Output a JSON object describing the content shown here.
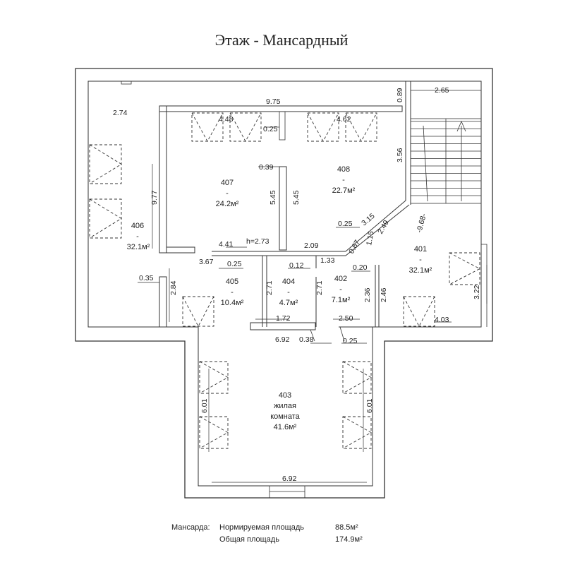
{
  "title": "Этаж - Мансардный",
  "rooms": [
    {
      "id": "406",
      "sep": "-",
      "area": "32.1м²"
    },
    {
      "id": "407",
      "sep": "-",
      "area": "24.2м²"
    },
    {
      "id": "408",
      "sep": "-",
      "area": "22.7м²"
    },
    {
      "id": "405",
      "sep": "-",
      "area": "10.4м²"
    },
    {
      "id": "404",
      "sep": "-",
      "area": "4.7м²"
    },
    {
      "id": "402",
      "sep": "-",
      "area": "7.1м²"
    },
    {
      "id": "401",
      "sep": "-",
      "area": "32.1м²"
    },
    {
      "id": "403",
      "line1": "жилая",
      "line2": "комната",
      "area": "41.6м²"
    }
  ],
  "dimensions": {
    "d_2_74": "2.74",
    "d_9_75": "9.75",
    "d_0_89": "0.89",
    "d_2_65": "2.65",
    "d_4_48": "4.48",
    "d_0_25_a": "0.25",
    "d_4_62": "4.62",
    "d_3_56": "3.56",
    "d_0_39": "0.39",
    "d_5_45_a": "5.45",
    "d_5_45_b": "5.45",
    "d_9_77": "9.77",
    "d_0_25_b": "0.25",
    "d_3_15": "3.15",
    "d_2_49": "2.49",
    "d_9_68": "-9.68-",
    "d_4_41": "4.41",
    "d_h273": "h=2.73",
    "d_2_09": "2.09",
    "d_0_67": "0.67",
    "d_1_15": "1.15",
    "d_3_67": "3.67",
    "d_0_25_c": "0.25",
    "d_0_12": "0.12",
    "d_1_33": "1.33",
    "d_0_20": "0.20",
    "d_0_35": "0.35",
    "d_2_84": "2.84",
    "d_2_71_a": "2.71",
    "d_2_71_b": "2.71",
    "d_2_36": "2.36",
    "d_2_46": "2.46",
    "d_3_22": "3.22",
    "d_1_72": "1.72",
    "d_2_50": "2.50",
    "d_4_03": "4.03",
    "d_6_92_a": "6.92",
    "d_0_38": "0.38",
    "d_0_25_d": "0.25",
    "d_6_01_a": "6.01",
    "d_6_01_b": "6.01",
    "d_6_92_b": "6.92"
  },
  "footer": {
    "label": "Мансарда:",
    "row1_name": "Нормируемая площадь",
    "row1_value": "88.5м²",
    "row2_name": "Общая площадь",
    "row2_value": "174.9м²"
  }
}
